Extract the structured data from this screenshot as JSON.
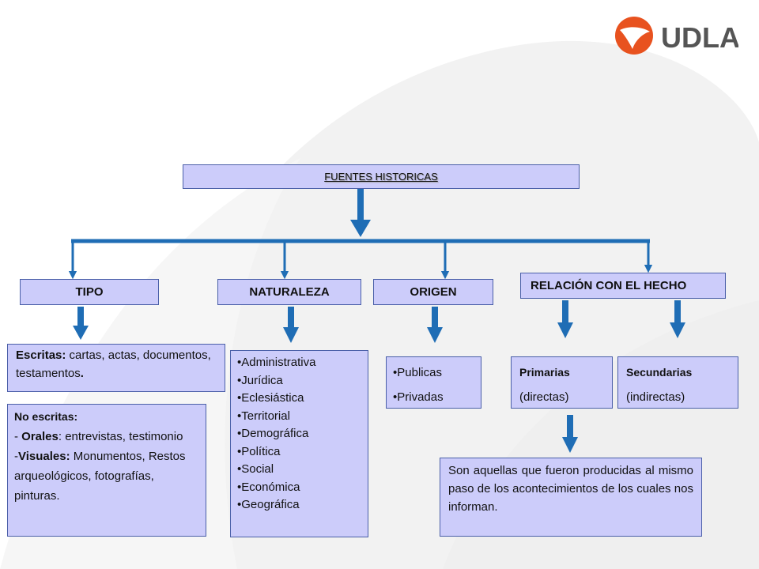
{
  "logo": {
    "text": "UDLA",
    "brand_color": "#e8521f"
  },
  "root": {
    "label": "FUENTES HISTORICAS"
  },
  "categories": {
    "tipo": "TIPO",
    "naturaleza": "NATURALEZA",
    "origen": "ORIGEN",
    "relacion": "RELACIÓN CON EL HECHO"
  },
  "tipo": {
    "escritas_label": "Escritas:",
    "escritas_text": " cartas, actas, documentos, testamentos",
    "escritas_end": ".",
    "no_escritas_label": "No escritas:",
    "orales_prefix": "- ",
    "orales_label": "Orales",
    "orales_text": ": entrevistas, testimonio",
    "visuales_prefix": "-",
    "visuales_label": "Visuales:",
    "visuales_text": " Monumentos, Restos arqueológicos, fotografías, pinturas."
  },
  "naturaleza": {
    "items": [
      "•Administrativa",
      "•Jurídica",
      "•Eclesiástica",
      "•Territorial",
      "•Demográfica",
      "•Política",
      "•Social",
      "•Económica",
      "•Geográfica"
    ]
  },
  "origen": {
    "items": [
      "•Publicas",
      "•Privadas"
    ]
  },
  "relacion": {
    "primarias_title": "Primarias",
    "primarias_sub": "(directas)",
    "secundarias_title": "Secundarias",
    "secundarias_sub": "(indirectas)",
    "definicion": "Son aquellas que fueron producidas al mismo paso de los acontecimientos de los cuales nos informan."
  },
  "colors": {
    "box_fill": "#ccccfa",
    "box_border": "#4a5fa8",
    "arrow": "#1f6db5"
  }
}
